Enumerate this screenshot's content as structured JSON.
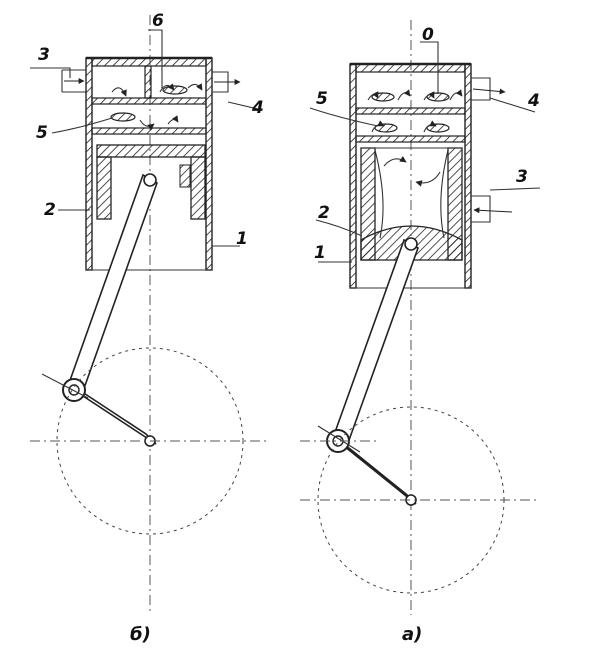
{
  "left_view": {
    "caption": "б)",
    "labels": {
      "l1": "1",
      "l2": "2",
      "l3": "3",
      "l4": "4",
      "l5": "5",
      "l6": "6"
    }
  },
  "right_view": {
    "caption": "а)",
    "labels": {
      "l1": "1",
      "l2": "2",
      "l3": "3",
      "l4": "4",
      "l5": "5",
      "l6": "0"
    }
  },
  "colors": {
    "ink": "#222222",
    "paper": "#ffffff"
  }
}
